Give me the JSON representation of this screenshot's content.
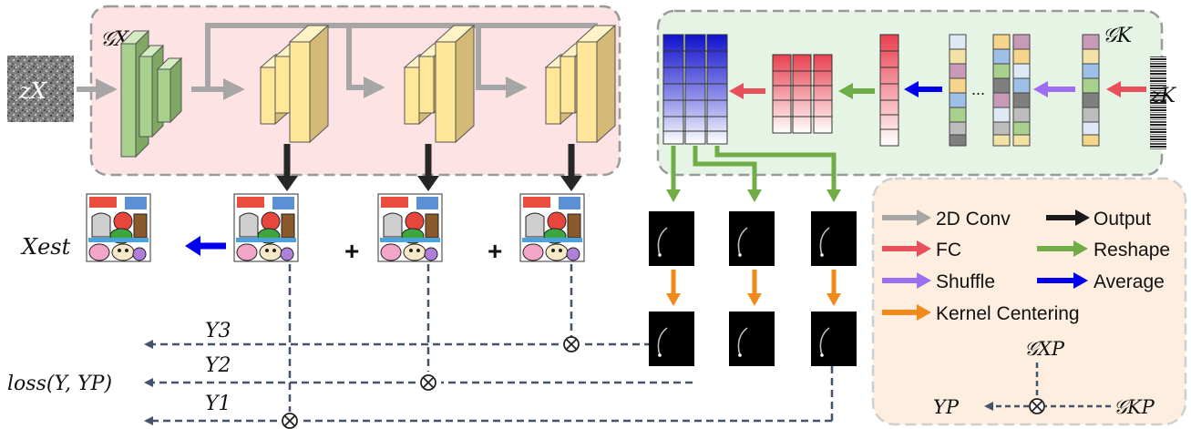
{
  "generator_x": {
    "label": "𝒢X",
    "input_label": "zX"
  },
  "generator_k": {
    "label": "𝒢K",
    "input_label": "zK",
    "ellipsis": "..."
  },
  "output": {
    "estimate_label": "Xest",
    "plus_signs": [
      "+",
      "+"
    ]
  },
  "loss": {
    "loss_label": "loss(Y, YP)",
    "y_labels": [
      "Y3",
      "Y2",
      "Y1"
    ]
  },
  "legend": {
    "items": [
      {
        "label": "2D Conv",
        "color": "#a6a6a6"
      },
      {
        "label": "Output",
        "color": "#1a1a1a"
      },
      {
        "label": "FC",
        "color": "#e8505b"
      },
      {
        "label": "Reshape",
        "color": "#70ad47"
      },
      {
        "label": "Shuffle",
        "color": "#9d6ef2"
      },
      {
        "label": "Average",
        "color": "#0000ee"
      },
      {
        "label": "Kernel Centering",
        "color": "#f08a1c"
      }
    ],
    "gx_label": "𝒢XP",
    "gk_label": "𝒢KP",
    "yp_label": "YP"
  },
  "colors": {
    "gx_panel": "#fde3e4",
    "gk_panel": "#e6f4e6",
    "legend_panel": "#fdeee0",
    "panel_border": "#9a9a9a",
    "conv_green": "#a9d18e",
    "conv_yellow": "#ffe699",
    "dashed_line": "#44546a"
  }
}
